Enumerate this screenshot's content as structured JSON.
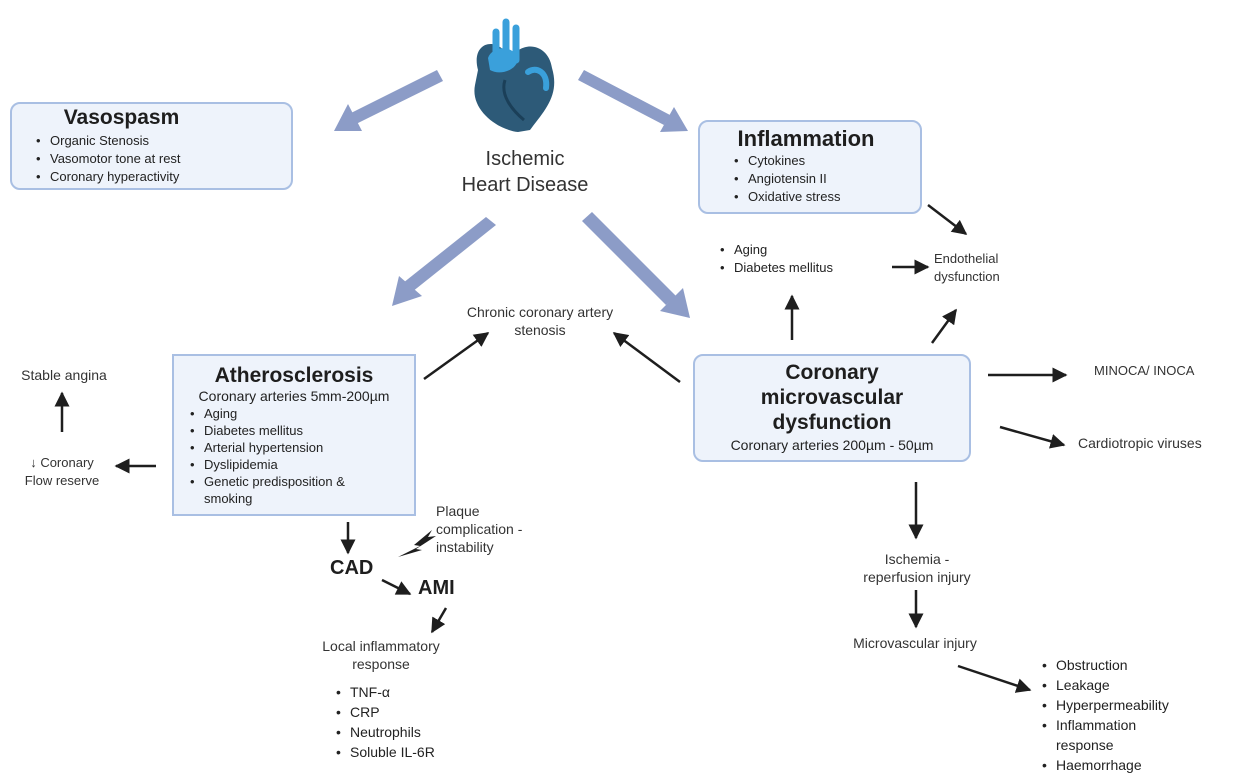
{
  "center": {
    "line1": "Ischemic",
    "line2": "Heart Disease"
  },
  "vasospasm": {
    "title": "Vasospasm",
    "items": [
      "Organic Stenosis",
      "Vasomotor tone at rest",
      "Coronary hyperactivity"
    ]
  },
  "inflammation": {
    "title": "Inflammation",
    "items": [
      "Cytokines",
      "Angiotensin II",
      "Oxidative stress"
    ]
  },
  "risk": {
    "items": [
      "Aging",
      "Diabetes mellitus"
    ]
  },
  "endothelial": {
    "line1": "Endothelial",
    "line2": "dysfunction"
  },
  "chronic": {
    "line1": "Chronic coronary artery",
    "line2": "stenosis"
  },
  "athero": {
    "title": "Atherosclerosis",
    "subtitle": "Coronary arteries 5mm-200µm",
    "items": [
      "Aging",
      "Diabetes mellitus",
      "Arterial hypertension",
      "Dyslipidemia",
      "Genetic predisposition & smoking"
    ]
  },
  "cmd": {
    "line1": "Coronary",
    "line2": "microvascular",
    "line3": "dysfunction",
    "subtitle": "Coronary arteries 200µm - 50µm"
  },
  "stable_angina": "Stable angina",
  "flow_reserve": {
    "line1": "↓ Coronary",
    "line2": "Flow reserve"
  },
  "minoca": "MINOCA/ INOCA",
  "viruses": "Cardiotropic viruses",
  "plaque": {
    "line1": "Plaque",
    "line2": "complication -",
    "line3": "instability"
  },
  "cad": "CAD",
  "ami": "AMI",
  "local": {
    "line1": "Local inflammatory",
    "line2": "response",
    "items": [
      "TNF-α",
      "CRP",
      "Neutrophils",
      "Soluble IL-6R"
    ]
  },
  "ischemia": {
    "line1": "Ischemia -",
    "line2": "reperfusion injury"
  },
  "micro_injury": "Microvascular injury",
  "injury_list": {
    "items": [
      "Obstruction",
      "Leakage",
      "Hyperpermeability",
      "Inflammation",
      "response",
      "Haemorrhage"
    ]
  },
  "colors": {
    "box_fill": "#eef3fb",
    "box_border": "#a9bfe3",
    "big_arrow": "#8c9cc7",
    "heart_dark": "#2d5a78",
    "heart_light": "#3aa0db"
  }
}
